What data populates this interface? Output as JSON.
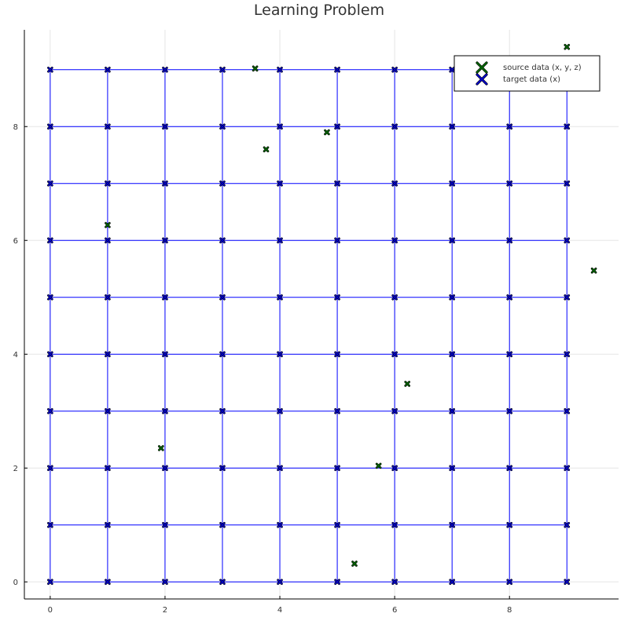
{
  "chart_data": {
    "type": "scatter",
    "title": "Learning Problem",
    "xlabel": "",
    "ylabel": "",
    "xlim": [
      -0.45,
      9.9
    ],
    "ylim": [
      -0.3,
      9.7
    ],
    "xticks": [
      0,
      2,
      4,
      6,
      8
    ],
    "yticks": [
      0,
      2,
      4,
      6,
      8
    ],
    "grid": true,
    "legend_position": "top-right",
    "colors": {
      "source": "#006400",
      "target": "#0000c8",
      "mesh": "#0000ff"
    },
    "series": [
      {
        "name": "source data (x, y, z)",
        "color": "#006400",
        "marker": "x",
        "points": [
          [
            1.0,
            6.27
          ],
          [
            1.93,
            2.35
          ],
          [
            3.57,
            9.02
          ],
          [
            3.76,
            7.6
          ],
          [
            4.82,
            7.9
          ],
          [
            5.3,
            0.32
          ],
          [
            5.72,
            2.04
          ],
          [
            6.22,
            3.48
          ],
          [
            9.0,
            9.4
          ],
          [
            9.47,
            5.47
          ]
        ]
      },
      {
        "name": "target data (x)",
        "color": "#0000c8",
        "marker": "x",
        "grid_points": {
          "x": [
            0,
            1,
            2,
            3,
            4,
            5,
            6,
            7,
            8,
            9
          ],
          "y": [
            0,
            1,
            2,
            3,
            4,
            5,
            6,
            7,
            8,
            9
          ]
        }
      }
    ]
  }
}
